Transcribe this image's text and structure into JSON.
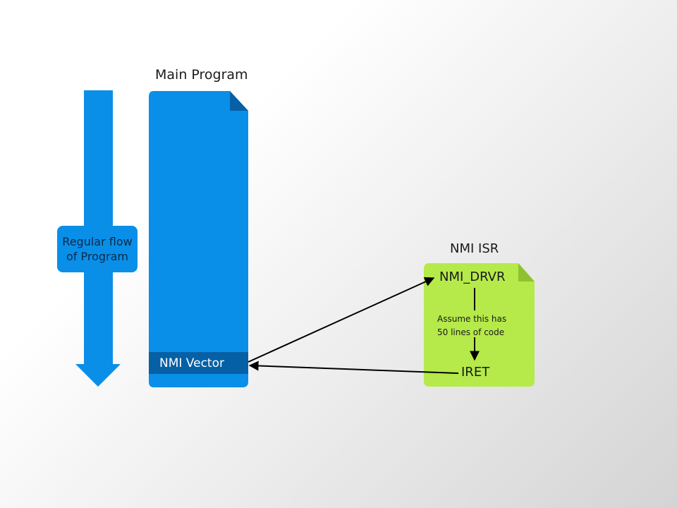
{
  "colors": {
    "program_blue": "#0a8fe8",
    "vector_band": "#0560a6",
    "isr_green": "#b5ea4a",
    "arrow_black": "#000000"
  },
  "main_program": {
    "title": "Main Program",
    "vector_label": "NMI Vector"
  },
  "flow": {
    "line1": "Regular flow",
    "line2": "of Program"
  },
  "isr": {
    "title": "NMI ISR",
    "entry_label": "NMI_DRVR",
    "note_line1": "Assume this has",
    "note_line2": "50 lines of code",
    "exit_label": "IRET"
  }
}
